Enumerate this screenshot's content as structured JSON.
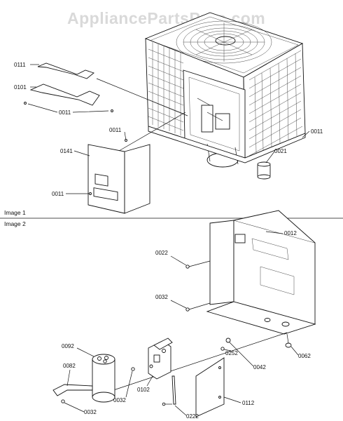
{
  "watermark": "AppliancePartsPros.com",
  "sections": {
    "image1": "Image 1",
    "image2": "Image 2"
  },
  "callouts": {
    "p0111": "0111",
    "p0101": "0101",
    "p0011_a": "0011",
    "p0011_b": "0011",
    "p0141": "0141",
    "p0011_c": "0011",
    "p0011_d": "0011",
    "p0021": "0021",
    "p0012": "0012",
    "p0022": "0022",
    "p0032_a": "0032",
    "p0092": "0092",
    "p0082": "0082",
    "p0032_b": "0032",
    "p0102": "0102",
    "p0032_c": "0032",
    "p0252": "0252",
    "p0062": "0062",
    "p0042": "0042",
    "p0222": "0222",
    "p0112": "0112"
  }
}
